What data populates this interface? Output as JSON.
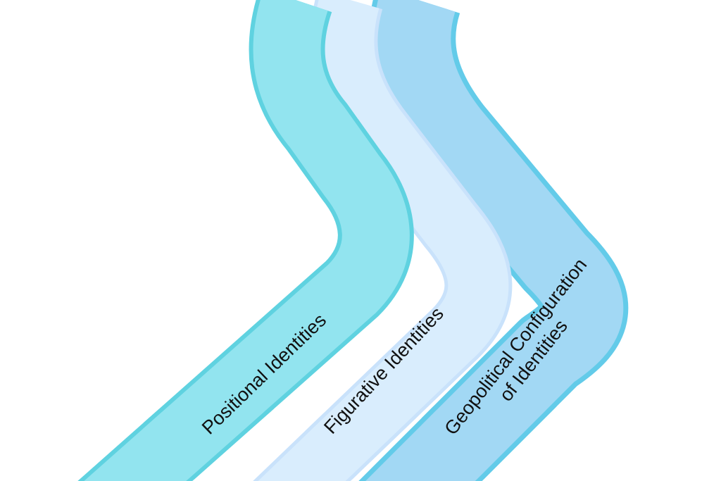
{
  "bands": [
    {
      "label": "Positional Identities",
      "fill": "#92e4ef",
      "border": "#5fd2e0"
    },
    {
      "label": "Figurative Identities",
      "fill": "#d9edfd",
      "border": "#c9e2fb"
    },
    {
      "label_line1": "Geopolitical Configuration",
      "label_line2": "of Identities",
      "fill": "#a2d8f4",
      "border": "#63cbe9"
    }
  ]
}
